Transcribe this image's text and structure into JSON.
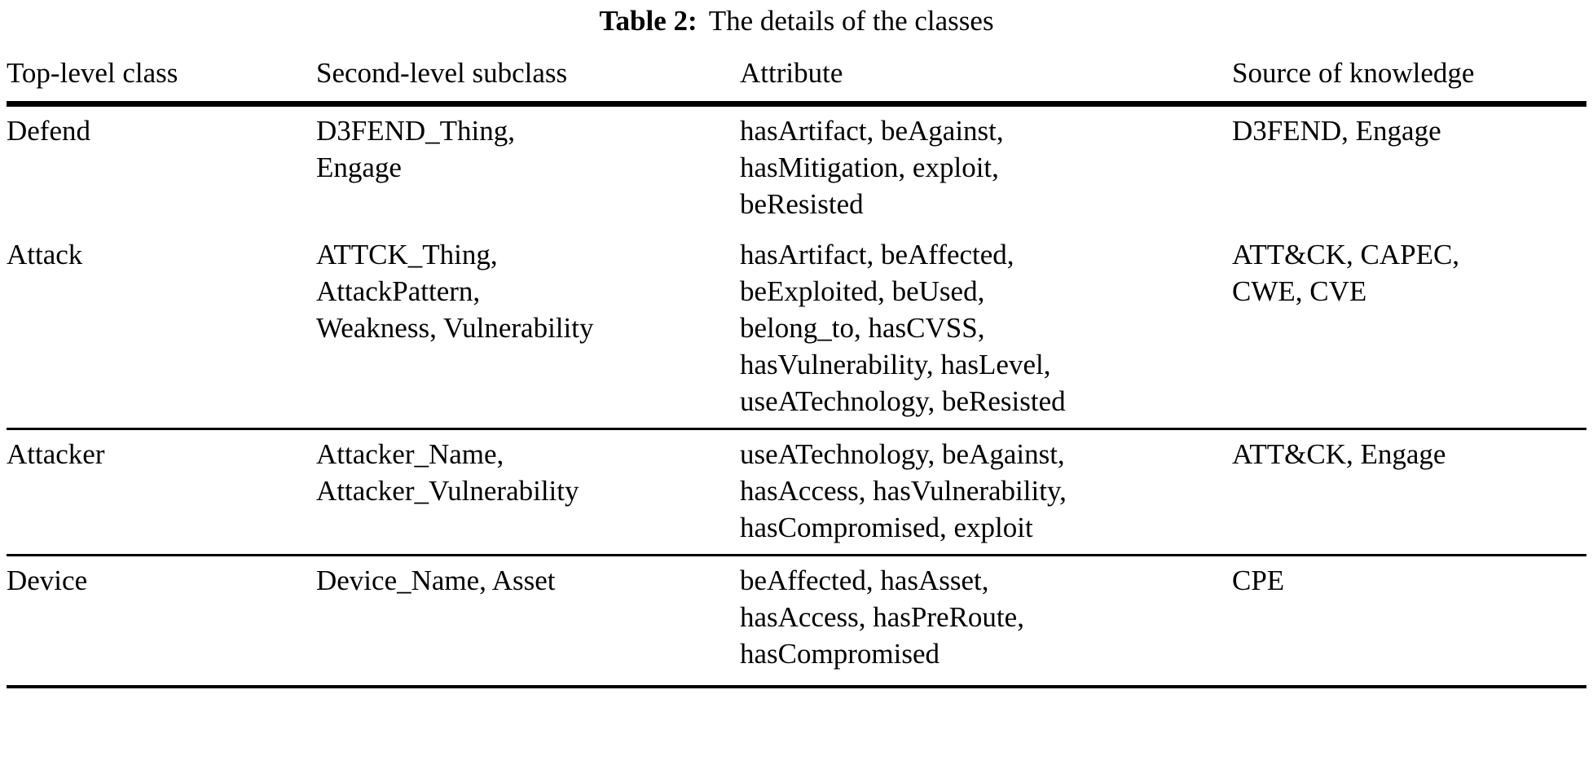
{
  "caption": {
    "label": "Table 2:",
    "text": "The details of the classes"
  },
  "table": {
    "headers": [
      "Top-level class",
      "Second-level subclass",
      "Attribute",
      "Source of knowledge"
    ],
    "rows": [
      {
        "top_level_class": "Defend",
        "second_level_subclass": [
          "D3FEND_Thing,",
          "Engage"
        ],
        "attribute": [
          "hasArtifact, beAgainst,",
          "hasMitigation, exploit,",
          "beResisted"
        ],
        "source_of_knowledge": [
          "D3FEND, Engage"
        ]
      },
      {
        "top_level_class": "Attack",
        "second_level_subclass": [
          "ATTCK_Thing,",
          "AttackPattern,",
          "Weakness, Vulnerability"
        ],
        "attribute": [
          "hasArtifact, beAffected,",
          "beExploited, beUsed,",
          "belong_to, hasCVSS,",
          "hasVulnerability, hasLevel,",
          "useATechnology, beResisted"
        ],
        "source_of_knowledge": [
          "ATT&CK, CAPEC,",
          "CWE, CVE"
        ]
      },
      {
        "top_level_class": "Attacker",
        "second_level_subclass": [
          "Attacker_Name,",
          "Attacker_Vulnerability"
        ],
        "attribute": [
          "useATechnology, beAgainst,",
          "hasAccess, hasVulnerability,",
          "hasCompromised, exploit"
        ],
        "source_of_knowledge": [
          "ATT&CK, Engage"
        ]
      },
      {
        "top_level_class": "Device",
        "second_level_subclass": [
          "Device_Name, Asset"
        ],
        "attribute": [
          "beAffected, hasAsset,",
          "hasAccess, hasPreRoute,",
          "hasCompromised"
        ],
        "source_of_knowledge": [
          "CPE"
        ]
      }
    ]
  }
}
